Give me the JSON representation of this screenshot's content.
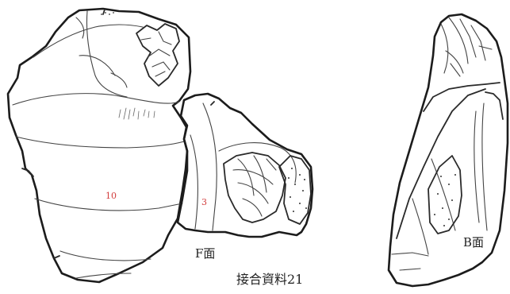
{
  "labels": {
    "face_f": "F面",
    "face_b": "B面",
    "caption": "接合資料21"
  },
  "piece_numbers": {
    "large": "10",
    "small": "3"
  },
  "colors": {
    "line": "#1c1c1c",
    "piece_number": "#d23c3c"
  }
}
